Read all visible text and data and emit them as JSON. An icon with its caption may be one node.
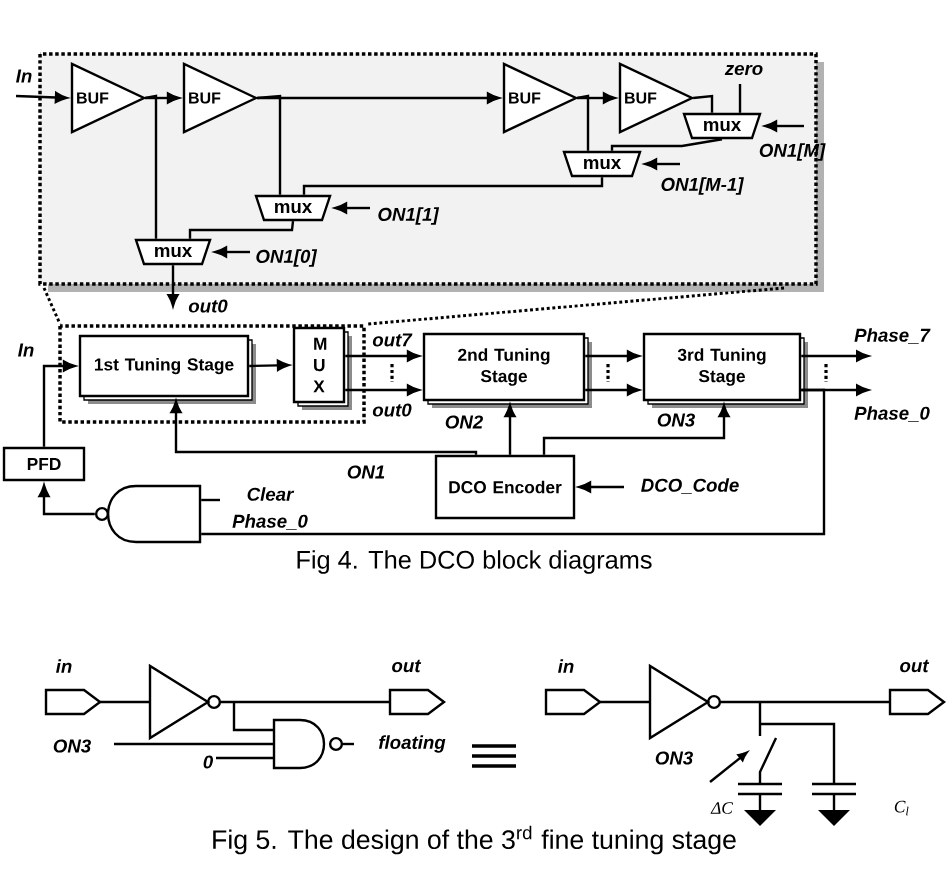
{
  "diagram": {
    "nodes": [
      {
        "text": [],
        "shape": "box"
      },
      {
        "text": [
          "BUF"
        ],
        "in": 0
      },
      {
        "text": [
          "BUF"
        ],
        "in": 0
      },
      {
        "text": [
          "BUF"
        ],
        "in": 0
      },
      {
        "text": [
          "BUF"
        ],
        "in": 0
      },
      {
        "text": [
          "mux"
        ],
        "in": 0
      },
      {
        "text": [
          "mux"
        ],
        "in": 0
      },
      {
        "text": [
          "mux"
        ],
        "in": 0
      },
      {
        "text": [
          "mux"
        ],
        "in": 0
      },
      {
        "text": [],
        "shape": "box"
      },
      {
        "text": [
          "1st Tuning Stage"
        ],
        "in": 9
      },
      {
        "text": [
          "M U X"
        ],
        "in": 9
      },
      {
        "text": [
          "2nd Tuning Stage"
        ]
      },
      {
        "text": [
          "3rd Tuning Stage"
        ]
      },
      {
        "text": [
          "PFD"
        ]
      },
      {
        "text": [],
        "shape": "gate"
      },
      {
        "text": [
          "DCO Encoder"
        ]
      }
    ],
    "edges": [
      {
        "from": null,
        "to": 1,
        "arrow": "to",
        "label": "In"
      },
      {
        "from": 1,
        "to": 2,
        "arrow": "to"
      },
      {
        "from": 2,
        "to": 3,
        "arrow": "to"
      },
      {
        "from": 3,
        "to": 4,
        "arrow": "to"
      },
      {
        "from": 1,
        "to": 8,
        "arrow": "none"
      },
      {
        "from": 2,
        "to": 7,
        "arrow": "none"
      },
      {
        "from": 3,
        "to": 6,
        "arrow": "none"
      },
      {
        "from": 4,
        "to": 5,
        "arrow": "none"
      },
      {
        "from": null,
        "to": 5,
        "arrow": "none",
        "label": "zero"
      },
      {
        "from": null,
        "to": 5,
        "arrow": "to",
        "label": "ON1[M]"
      },
      {
        "from": 5,
        "to": 6,
        "arrow": "none"
      },
      {
        "from": null,
        "to": 6,
        "arrow": "to",
        "label": "ON1[M-1]"
      },
      {
        "from": 6,
        "to": 7,
        "arrow": "none"
      },
      {
        "from": null,
        "to": 7,
        "arrow": "to",
        "label": "ON1[1]"
      },
      {
        "from": 7,
        "to": 8,
        "arrow": "none"
      },
      {
        "from": null,
        "to": 8,
        "arrow": "to",
        "label": "ON1[0]"
      },
      {
        "from": 8,
        "to": null,
        "arrow": "to",
        "label": "out0"
      },
      {
        "from": 14,
        "to": 10,
        "arrow": "to",
        "label": "In"
      },
      {
        "from": 10,
        "to": 11,
        "arrow": "to"
      },
      {
        "from": 11,
        "to": 12,
        "arrow": "to",
        "label": "out7"
      },
      {
        "from": 11,
        "to": 12,
        "arrow": "to",
        "label": "out0"
      },
      {
        "from": 12,
        "to": 13,
        "arrow": "to"
      },
      {
        "from": 12,
        "to": 13,
        "arrow": "to"
      },
      {
        "from": 13,
        "to": null,
        "arrow": "to",
        "label": "Phase_7"
      },
      {
        "from": 13,
        "to": null,
        "arrow": "to",
        "label": "Phase_0"
      },
      {
        "from": 16,
        "to": 10,
        "arrow": "to",
        "label": "ON1"
      },
      {
        "from": 16,
        "to": 12,
        "arrow": "to",
        "label": "ON2"
      },
      {
        "from": 16,
        "to": 13,
        "arrow": "to",
        "label": "ON3"
      },
      {
        "from": null,
        "to": 16,
        "arrow": "to",
        "label": "DCO_Code"
      },
      {
        "from": 15,
        "to": 14,
        "arrow": "to"
      },
      {
        "from": null,
        "to": 15,
        "arrow": "none",
        "label": "Clear"
      },
      {
        "from": 13,
        "to": 15,
        "arrow": "none",
        "label": "Phase_0"
      }
    ],
    "labels": [
      "Fig 4. The DCO block diagrams",
      "in",
      "out",
      "ON3",
      "0",
      "floating",
      "in",
      "out",
      "ON3",
      "ΔC",
      "C$_{l}$",
      "Fig 5. The design of the 3$^{rd}$ fine tuning stage"
    ]
  }
}
